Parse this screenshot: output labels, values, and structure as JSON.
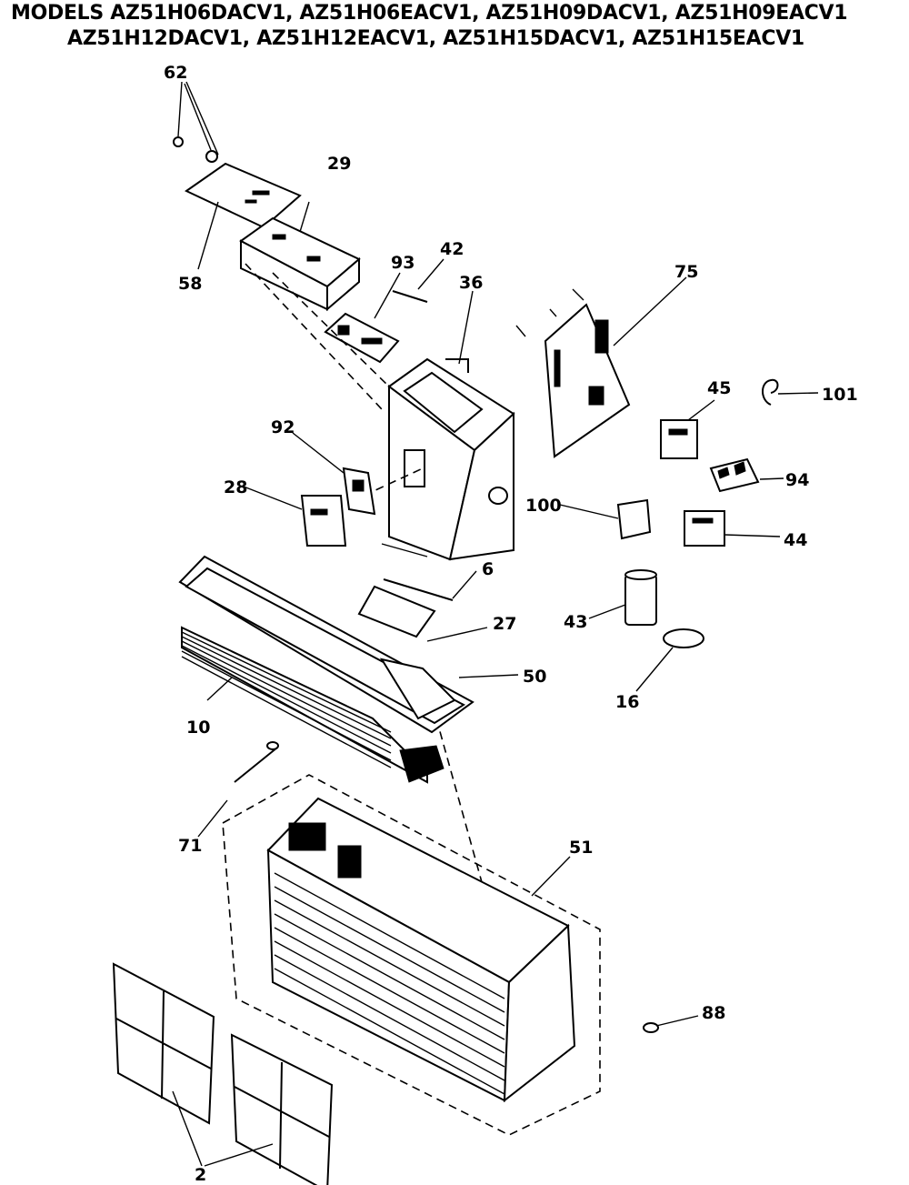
{
  "header": {
    "line1": "MODELS AZ51H06DACV1, AZ51H06EACV1, AZ51H09DACV1, AZ51H09EACV1",
    "line2": "AZ51H12DACV1, AZ51H12EACV1, AZ51H15DACV1, AZ51H15EACV1"
  },
  "callouts": {
    "p62": "62",
    "p29": "29",
    "p58": "58",
    "p93": "93",
    "p42": "42",
    "p36": "36",
    "p75": "75",
    "p45": "45",
    "p101": "101",
    "p92": "92",
    "p28": "28",
    "p94": "94",
    "p100": "100",
    "p44": "44",
    "p6": "6",
    "p27": "27",
    "p43": "43",
    "p50": "50",
    "p16": "16",
    "p10": "10",
    "p71": "71",
    "p51": "51",
    "p88": "88",
    "p2": "2"
  }
}
